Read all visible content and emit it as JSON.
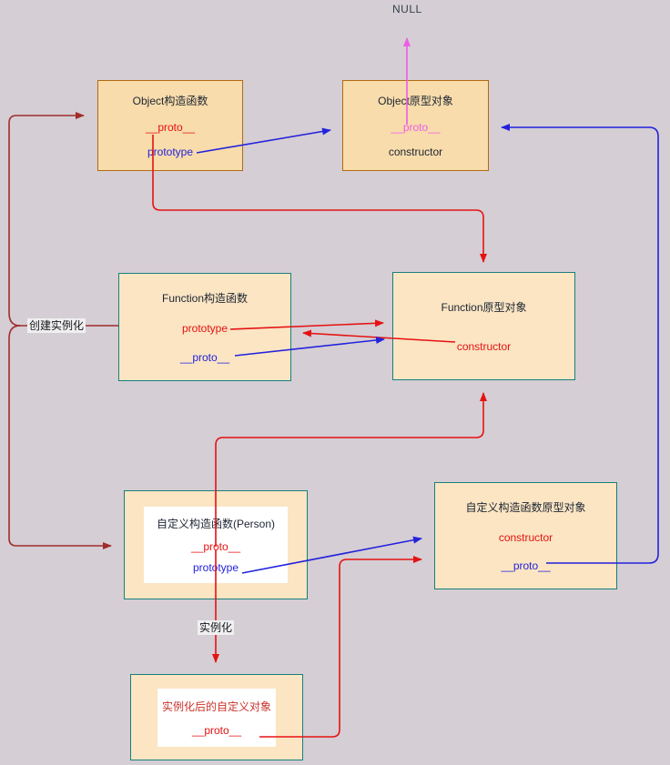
{
  "page": {
    "background": "#d5ced4"
  },
  "null_label": {
    "text": "NULL",
    "color": "#39404c"
  },
  "boxes": [
    {
      "name": "object-constructor",
      "title": "Object构造函数",
      "rows": [
        "__proto__",
        "prototype"
      ],
      "row_colors": [
        "red",
        "blue"
      ],
      "border": "#b36a10",
      "fill": "#f8dcab"
    },
    {
      "name": "object-prototype",
      "title": "Object原型对象",
      "rows": [
        "__proto__",
        "constructor"
      ],
      "row_colors": [
        "magenta",
        "black"
      ],
      "border": "#b36a10",
      "fill": "#f8dcab"
    },
    {
      "name": "function-constructor",
      "title": "Function构造函数",
      "rows": [
        "prototype",
        "__proto__"
      ],
      "row_colors": [
        "red",
        "blue"
      ],
      "border": "#16807c",
      "fill": "#fbe5c3"
    },
    {
      "name": "function-prototype",
      "title": "Function原型对象",
      "rows": [
        "constructor"
      ],
      "row_colors": [
        "red"
      ],
      "border": "#16807c",
      "fill": "#fbe5c3"
    },
    {
      "name": "person-constructor",
      "title": "自定义构造函数(Person)",
      "rows": [
        "__proto__",
        "prototype"
      ],
      "row_colors": [
        "red",
        "blue"
      ],
      "border": "#16807c",
      "fill": "#fbe5c3"
    },
    {
      "name": "custom-prototype",
      "title": "自定义构造函数原型对象",
      "rows": [
        "constructor",
        "__proto__"
      ],
      "row_colors": [
        "red",
        "blue"
      ],
      "border": "#16807c",
      "fill": "#fbe5c3"
    },
    {
      "name": "instance-object",
      "title": "实例化后的自定义对象",
      "title_color": "#c9342c",
      "rows": [
        "__proto__"
      ],
      "row_colors": [
        "red"
      ],
      "border": "#16807c",
      "fill": "#fbe5c3"
    }
  ],
  "edge_labels": {
    "create_instance": "创建实例化",
    "instantiate": "实例化"
  },
  "colors": {
    "red_line": "#e51212",
    "dark_red_line": "#a02c2c",
    "blue_line": "#2222dd",
    "magenta_line": "#ee5ce8",
    "teal_border": "#16807c",
    "brown_border": "#b36a10",
    "box_fill_top": "#f8dcab",
    "box_fill": "#fbe5c3",
    "background": "#d5ced4",
    "red_text": "#e51212",
    "blue_text": "#2222dd",
    "magenta_text": "#ee5ce8",
    "title_text": "#1d2533",
    "instance_title_text": "#c9342c"
  },
  "edges": [
    {
      "from": "Object构造函数.__proto__",
      "to": "Function原型对象",
      "color": "red"
    },
    {
      "from": "Object构造函数.prototype",
      "to": "Object原型对象",
      "color": "blue"
    },
    {
      "from": "Object原型对象.__proto__",
      "to": "NULL",
      "color": "magenta"
    },
    {
      "from": "Function构造函数.prototype",
      "to": "Function原型对象",
      "color": "red"
    },
    {
      "from": "Function原型对象.constructor",
      "to": "Function构造函数",
      "color": "red"
    },
    {
      "from": "Function构造函数.__proto__",
      "to": "Function原型对象",
      "color": "blue"
    },
    {
      "from": "Function构造函数",
      "to": "Object构造函数",
      "label": "创建实例化",
      "color": "dark-red"
    },
    {
      "from": "Function构造函数",
      "to": "自定义构造函数(Person)",
      "label": "创建实例化",
      "color": "dark-red"
    },
    {
      "from": "自定义构造函数(Person).__proto__",
      "to": "Function原型对象",
      "color": "red"
    },
    {
      "from": "自定义构造函数(Person).prototype",
      "to": "自定义构造函数原型对象",
      "color": "blue"
    },
    {
      "from": "自定义构造函数(Person)",
      "to": "实例化后的自定义对象",
      "label": "实例化",
      "color": "red"
    },
    {
      "from": "自定义构造函数原型对象.__proto__",
      "to": "Object原型对象",
      "color": "blue"
    },
    {
      "from": "实例化后的自定义对象.__proto__",
      "to": "自定义构造函数原型对象",
      "color": "red"
    }
  ]
}
